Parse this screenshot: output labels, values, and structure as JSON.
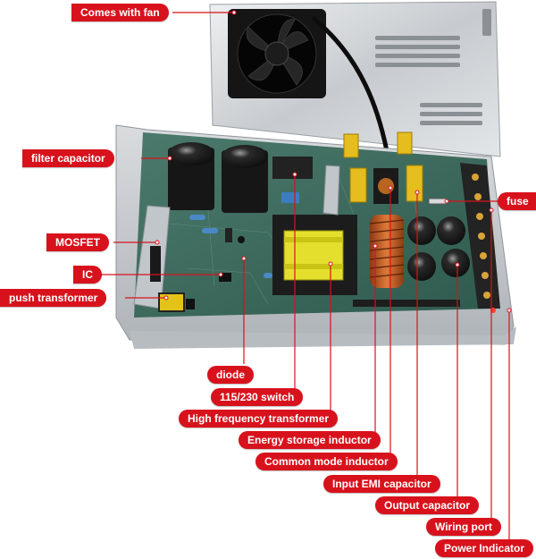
{
  "colors": {
    "label_bg": "#d8121c",
    "label_text": "#ffffff",
    "leader_line": "#d8121c",
    "pcb": "#3c6b5e",
    "case_metal": "#c9ccd0"
  },
  "labels": {
    "fan": "Comes with fan",
    "filter_capacitor": "filter capacitor",
    "fuse": "fuse",
    "mosfet": "MOSFET",
    "ic": "IC",
    "push_transformer": "push transformer",
    "diode": "diode",
    "switch_115_230": "115/230 switch",
    "hf_transformer": "High frequency transformer",
    "energy_storage_inductor": "Energy storage inductor",
    "common_mode_inductor": "Common mode inductor",
    "input_emi_capacitor": "Input EMI capacitor",
    "output_capacitor": "Output capacitor",
    "wiring_port": "Wiring port",
    "power_indicator": "Power Indicator"
  }
}
